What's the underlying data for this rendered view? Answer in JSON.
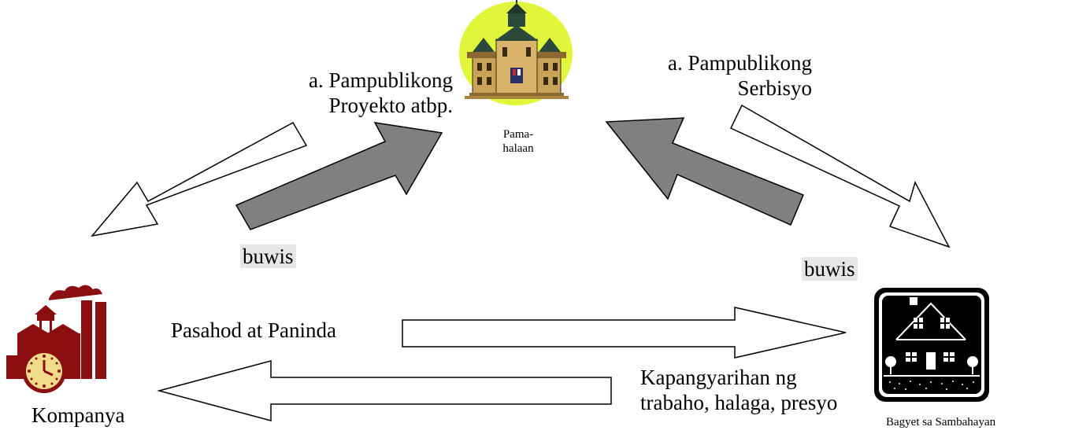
{
  "labels": {
    "left_top_line1": "a. Pampublikong",
    "left_top_line2": "Proyekto  atbp.",
    "right_top_line1": "a. Pampublikong",
    "right_top_line2": "Serbisyo",
    "gov_line1": "Pama-",
    "gov_line2": "halaan",
    "tax_left": "buwis",
    "tax_right": "buwis",
    "wages": "Pasahod at Paninda",
    "power_line1": "Kapangyarihan ng",
    "power_line2": "trabaho, halaga, presyo",
    "company": "Kompanya",
    "household": "Bagyet sa Sambahayan"
  },
  "icons": {
    "government": "city-hall-icon",
    "company": "factory-clock-icon",
    "household": "house-icon"
  },
  "colors": {
    "gov_circle": "#e1f53a",
    "factory": "#8b0f10",
    "clock_face": "#f2dc8a",
    "gray_arrow": "#808080",
    "house_bg": "#000000",
    "text_highlight": "#e6e6e6"
  }
}
